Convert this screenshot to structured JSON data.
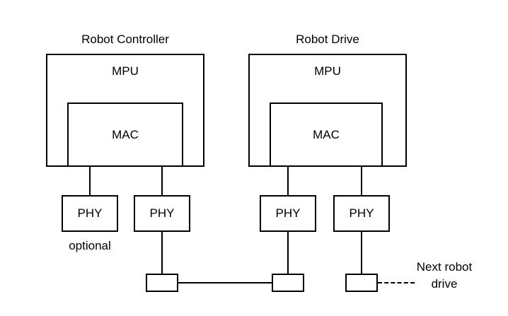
{
  "diagram": {
    "left_group": {
      "title": "Robot Controller",
      "mpu": "MPU",
      "mac": "MAC"
    },
    "right_group": {
      "title": "Robot Drive",
      "mpu": "MPU",
      "mac": "MAC"
    },
    "phys": [
      "PHY",
      "PHY",
      "PHY",
      "PHY"
    ],
    "optional_label": "optional",
    "next_label": "Next robot drive",
    "colors": {
      "line": "#000000",
      "background": "#ffffff"
    }
  }
}
